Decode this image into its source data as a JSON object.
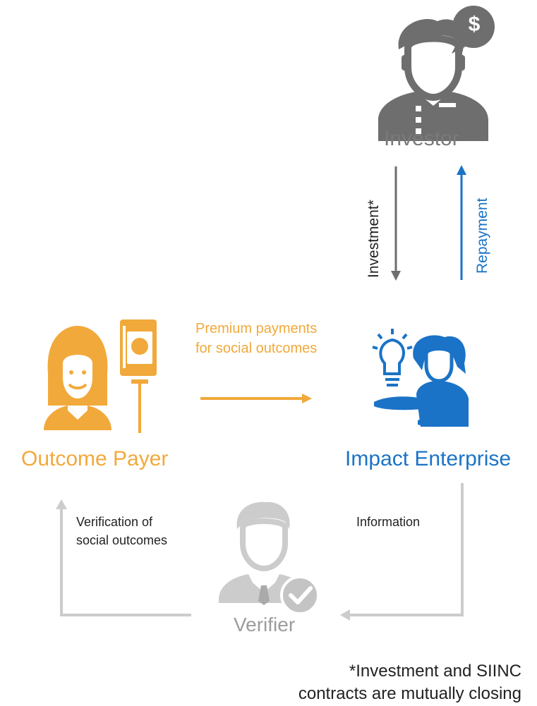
{
  "colors": {
    "investor": "#6e6e6e",
    "investor_label": "#7a7a7a",
    "payer": "#f2a93b",
    "enterprise": "#1a73c6",
    "verifier": "#cccccc",
    "verifier_label": "#9c9c9c",
    "text_dark": "#222222"
  },
  "nodes": {
    "investor": {
      "label": "Investor",
      "icon": "investor-person-with-dollar-bubble-icon"
    },
    "payer": {
      "label": "Outcome Payer",
      "icon": "woman-with-money-card-icon"
    },
    "enterprise": {
      "label": "Impact Enterprise",
      "icon": "person-with-lightbulb-icon"
    },
    "verifier": {
      "label": "Verifier",
      "icon": "businessman-with-checkmark-icon"
    }
  },
  "edges": {
    "investment": {
      "label": "Investment*"
    },
    "repayment": {
      "label": "Repayment"
    },
    "premium": {
      "line1": "Premium payments",
      "line2": "for social outcomes"
    },
    "information": {
      "label": "Information"
    },
    "verification": {
      "line1": "Verification of",
      "line2": "social outcomes"
    }
  },
  "footnote": {
    "line1": "*Investment and SIINC",
    "line2": "contracts are mutually closing"
  }
}
